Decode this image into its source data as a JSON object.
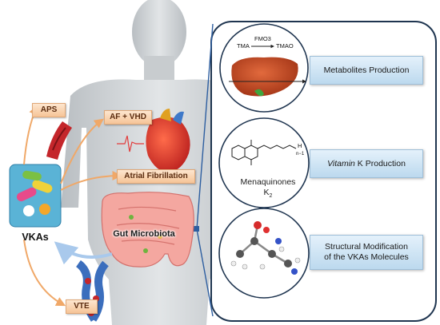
{
  "labels": {
    "aps": "APS",
    "af_vhd": "AF + VHD",
    "atrial_fibrillation": "Atrial Fibrillation",
    "gut_microbiota": "Gut Microbiota",
    "vkas": "VKAs",
    "vte": "VTE"
  },
  "liver_reaction": {
    "substrate": "TMA",
    "enzyme": "FMO3",
    "product": "TMAO"
  },
  "molecule": {
    "name": "Menaquinones",
    "subscript_label": "K",
    "subscript": "2",
    "chain_h": "H",
    "chain_n": "n−1"
  },
  "mechanisms": {
    "metabolites": "Metabolites Production",
    "vitamin_k_italic": "Vitamin",
    "vitamin_k_rest": " K Production",
    "structural_line1": "Structural Modification",
    "structural_line2": "of the VKAs Molecules"
  },
  "colors": {
    "tag_fill": "#f6c497",
    "box_fill": "#bcd9ee",
    "panel_stroke": "#1f3550",
    "arrow": "#f0a868",
    "connector": "#2d5ea0",
    "body": "#cfd3d6"
  }
}
